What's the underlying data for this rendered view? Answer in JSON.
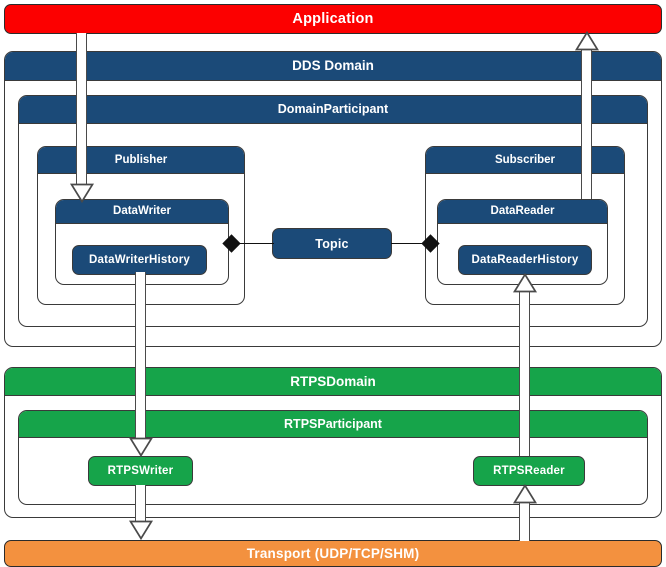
{
  "diagram": {
    "title": "DDS / RTPS layered architecture",
    "colors": {
      "application": "#fc0000",
      "dds": "#1b4a78",
      "rtps": "#16a44a",
      "transport": "#f3913f",
      "stroke": "#3a3a3a",
      "background": "#ffffff"
    }
  },
  "layers": {
    "application": {
      "label": "Application"
    },
    "dds_domain": {
      "label": "DDS Domain"
    },
    "domain_participant": {
      "label": "DomainParticipant"
    },
    "publisher": {
      "label": "Publisher"
    },
    "subscriber": {
      "label": "Subscriber"
    },
    "data_writer": {
      "label": "DataWriter"
    },
    "data_reader": {
      "label": "DataReader"
    },
    "data_writer_history": {
      "label": "DataWriterHistory"
    },
    "data_reader_history": {
      "label": "DataReaderHistory"
    },
    "topic": {
      "label": "Topic"
    },
    "rtps_domain": {
      "label": "RTPSDomain"
    },
    "rtps_participant": {
      "label": "RTPSParticipant"
    },
    "rtps_writer": {
      "label": "RTPSWriter"
    },
    "rtps_reader": {
      "label": "RTPSReader"
    },
    "transport": {
      "label": "Transport (UDP/TCP/SHM)"
    }
  },
  "connections": [
    {
      "name": "application-to-datawriter",
      "from": "Application",
      "to": "DataWriter",
      "direction": "down",
      "style": "open-arrow"
    },
    {
      "name": "datareader-to-application",
      "from": "DataReader",
      "to": "Application",
      "direction": "up",
      "style": "open-arrow"
    },
    {
      "name": "datawriterhistory-to-rtpswriter",
      "from": "DataWriterHistory",
      "to": "RTPSWriter",
      "direction": "down",
      "style": "open-arrow"
    },
    {
      "name": "rtpsreader-to-datareaderhistory",
      "from": "RTPSReader",
      "to": "DataReaderHistory",
      "direction": "up",
      "style": "open-arrow"
    },
    {
      "name": "rtpswriter-to-transport",
      "from": "RTPSWriter",
      "to": "Transport (UDP/TCP/SHM)",
      "direction": "down",
      "style": "open-arrow"
    },
    {
      "name": "transport-to-rtpsreader",
      "from": "Transport (UDP/TCP/SHM)",
      "to": "RTPSReader",
      "direction": "up",
      "style": "open-arrow"
    },
    {
      "name": "datawriter-topic-aggregation",
      "from": "DataWriter",
      "to": "Topic",
      "direction": "none",
      "style": "filled-diamond"
    },
    {
      "name": "datareader-topic-aggregation",
      "from": "DataReader",
      "to": "Topic",
      "direction": "none",
      "style": "filled-diamond"
    }
  ]
}
